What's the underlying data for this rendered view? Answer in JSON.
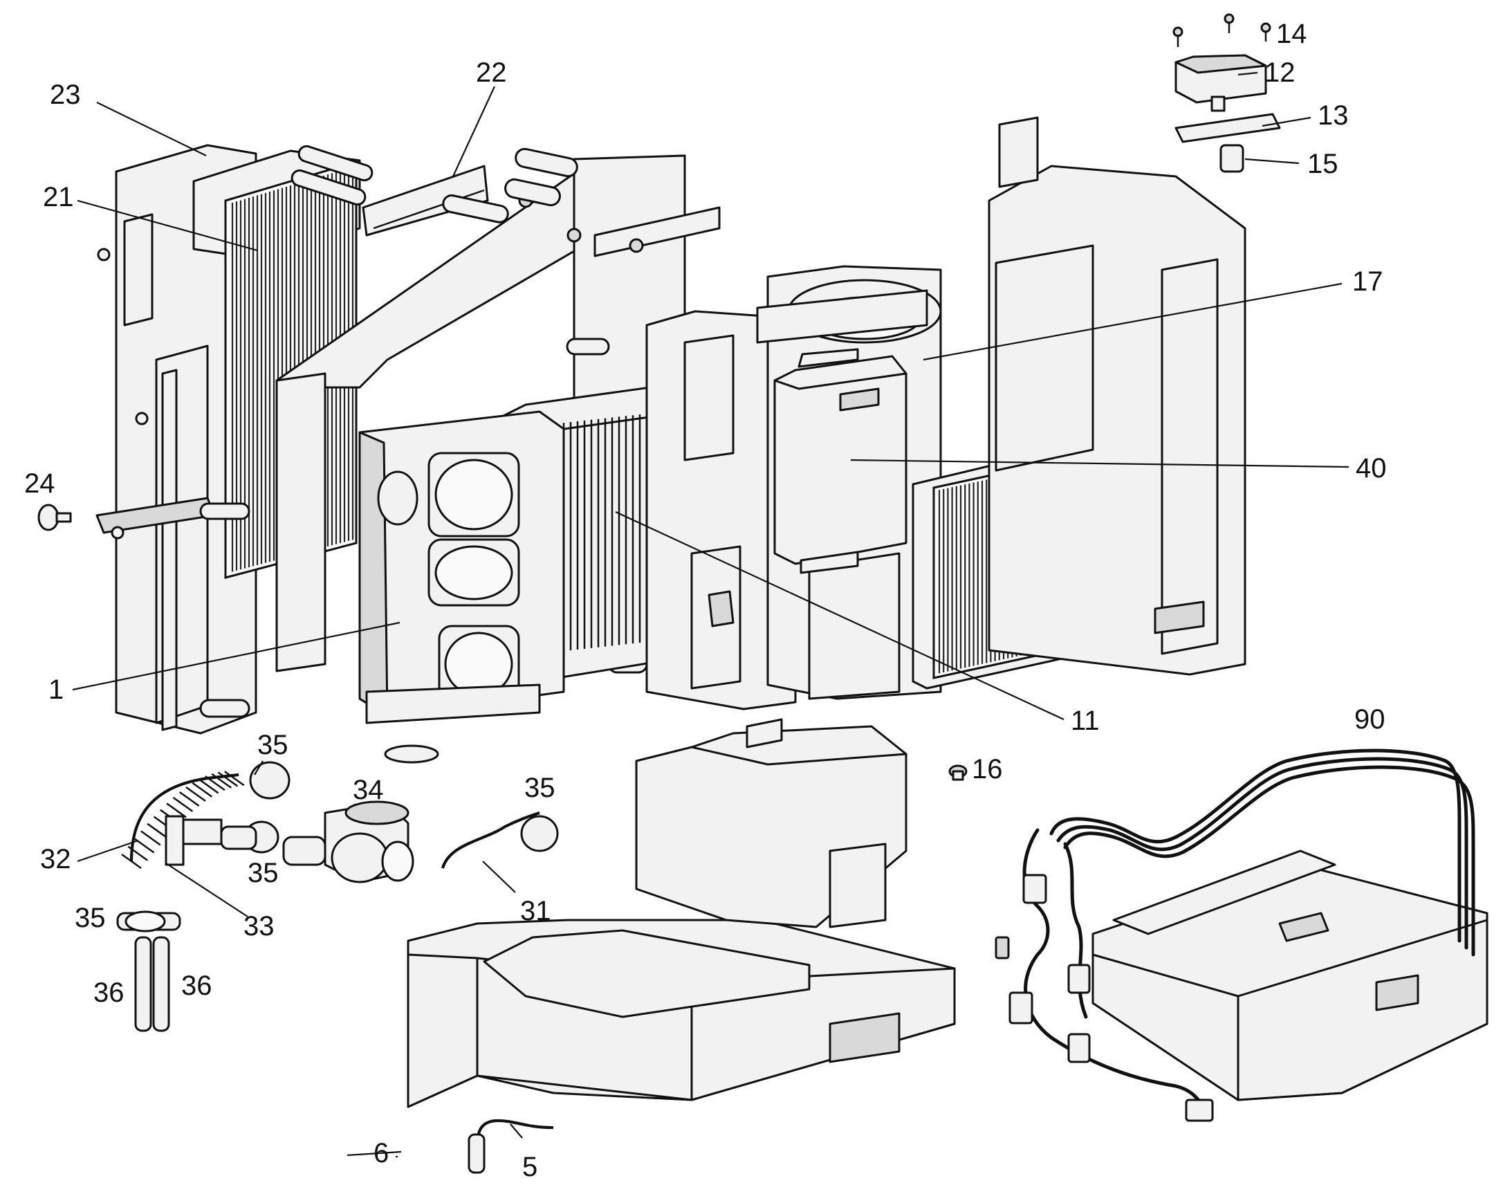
{
  "callouts": [
    {
      "id": "c1",
      "text": "1"
    },
    {
      "id": "c5",
      "text": "5"
    },
    {
      "id": "c6",
      "text": "6"
    },
    {
      "id": "c11",
      "text": "11"
    },
    {
      "id": "c12",
      "text": "12"
    },
    {
      "id": "c13",
      "text": "13"
    },
    {
      "id": "c14",
      "text": "14"
    },
    {
      "id": "c15",
      "text": "15"
    },
    {
      "id": "c16",
      "text": "16"
    },
    {
      "id": "c17",
      "text": "17"
    },
    {
      "id": "c21",
      "text": "21"
    },
    {
      "id": "c22",
      "text": "22"
    },
    {
      "id": "c23",
      "text": "23"
    },
    {
      "id": "c24",
      "text": "24"
    },
    {
      "id": "c31",
      "text": "31"
    },
    {
      "id": "c32",
      "text": "32"
    },
    {
      "id": "c33",
      "text": "33"
    },
    {
      "id": "c34",
      "text": "34"
    },
    {
      "id": "c35a",
      "text": "35"
    },
    {
      "id": "c35b",
      "text": "35"
    },
    {
      "id": "c35c",
      "text": "35"
    },
    {
      "id": "c35d",
      "text": "35"
    },
    {
      "id": "c36a",
      "text": "36"
    },
    {
      "id": "c36b",
      "text": "36"
    },
    {
      "id": "c40",
      "text": "40"
    },
    {
      "id": "c90",
      "text": "90"
    }
  ]
}
